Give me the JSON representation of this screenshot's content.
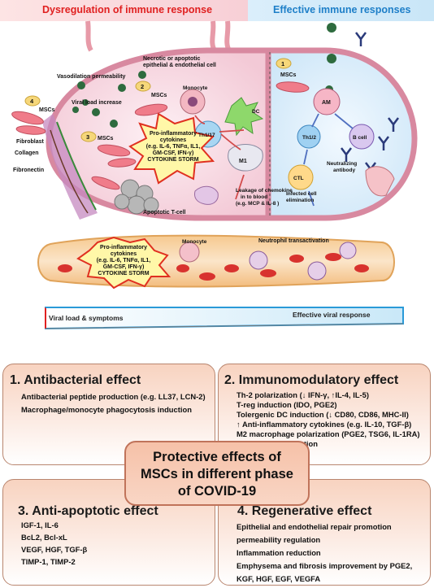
{
  "header": {
    "left_title": "Dysregulation of immune response",
    "right_title": "Effective immune responses"
  },
  "diagram_labels": {
    "necrotic": "Necrotic or apoptotic",
    "necrotic2": "epithelial & endothelial cell",
    "vasodilation": "Vasodilation permeability",
    "viral_load_increase": "Viral load increase",
    "num_4": "4",
    "num_2": "2",
    "num_3": "3",
    "num_1": "1",
    "mscs_4": "MSCs",
    "mscs_2": "MSCs",
    "mscs_3": "MSCs",
    "mscs_1": "MSCs",
    "monocyte": "Monocyte",
    "dc": "DC",
    "th": "Th1/17",
    "th12": "Th1/2",
    "am": "AM",
    "b_cell": "B cell",
    "m1": "M1",
    "ctl": "CTL",
    "fibroblast": "Fibroblast",
    "collagen": "Collagen",
    "fibronectin": "Fibronectin",
    "apoptotic_t": "Apoptotic T-cell",
    "storm_1": "Pro-inflammatory",
    "storm_2": "cytokines",
    "storm_3": "(e.g. IL-6, TNFα, IL1,",
    "storm_4": "GM-CSF, IFN-γ)",
    "storm_5": "CYTOKINE STORM",
    "leak_1": "Leakage of chemokine",
    "leak_2": "in to blood",
    "leak_3": "(e.g. MCP & IL-8 )",
    "neutralizing_1": "Neutralizing",
    "neutralizing_2": "antibody",
    "infected_1": "Infected cell",
    "infected_2": "elimination",
    "vessel_storm_1": "Pro-inflammatory",
    "vessel_storm_2": "cytokines",
    "vessel_storm_3": "(e.g. IL-6, TNFα, IL1,",
    "vessel_storm_4": "GM-CSF, IFN-γ)",
    "vessel_storm_5": "CYTOKINE STORM",
    "vessel_monocyte": "Monocyte",
    "neutrophil": "Neutrophil transactivation"
  },
  "gradient_bar": {
    "left_label": "Viral load & symptoms",
    "right_label": "Effective viral response"
  },
  "center": {
    "line1": "Protective effects of",
    "line2": "MSCs in different phase",
    "line3": "of COVID-19"
  },
  "panels": {
    "antibacterial": {
      "title": "1. Antibacterial effect",
      "items": [
        "Antibacterial peptide production (e.g. LL37, LCN-2)",
        "Macrophage/monocyte phagocytosis induction"
      ]
    },
    "immunomodulatory": {
      "title": "2. Immunomodulatory effect",
      "items": [
        "Th-2 polarization (↓ IFN-γ, ↑IL-4, IL-5)",
        "T-reg induction (IDO, PGE2)",
        "Tolergenic DC induction (↓ CD80, CD86, MHC-II)",
        "↑ Anti-inflammatory cytokines (e.g. IL-10, TGF-β)",
        "M2 macrophage polarization (PGE2, TSG6, IL-1RA)",
        "↓Neutrophil infiltration"
      ]
    },
    "antiapoptotic": {
      "title": "3. Anti-apoptotic effect",
      "items": [
        "IGF-1, IL-6",
        "BcL2, Bcl-xL",
        "VEGF, HGF, TGF-β",
        "TIMP-1, TIMP-2"
      ]
    },
    "regenerative": {
      "title": "4. Regenerative effect",
      "items": [
        "Epithelial and endothelial repair promotion",
        "permeability regulation",
        "Inflammation reduction",
        "Emphysema and fibrosis improvement by PGE2,",
        "KGF, HGF, EGF, VEGFA"
      ]
    }
  },
  "colors": {
    "dysregulation": "#e02020",
    "effective": "#1e7fc8",
    "panel_border": "#b9866f",
    "storm_fill": "#fff7a8",
    "storm_border": "#e03020"
  }
}
